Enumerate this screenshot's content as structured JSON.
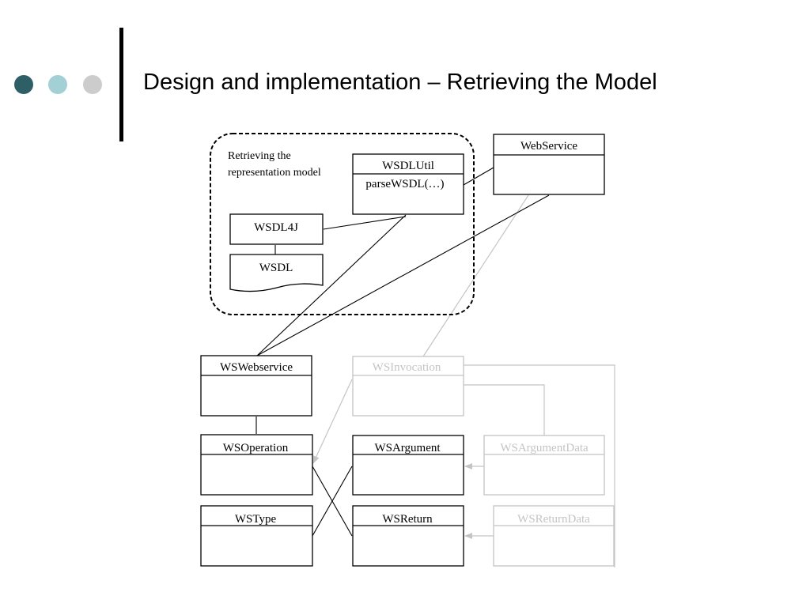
{
  "slide": {
    "title": "Design and implementation – Retrieving the Model",
    "dot_colors": [
      "#2f5f66",
      "#a3d0d4",
      "#cccccc"
    ]
  },
  "diagram": {
    "group_label_line1": "Retrieving the",
    "group_label_line2": "representation model",
    "boxes": {
      "webservice": "WebService",
      "wsdlutil": "WSDLUtil",
      "wsdlutil_method": "parseWSDL(…)",
      "wsdl4j": "WSDL4J",
      "wsdl": "WSDL",
      "wswebservice": "WSWebservice",
      "wsinvocation": "WSInvocation",
      "wsoperation": "WSOperation",
      "wsargument": "WSArgument",
      "wsargumentdata": "WSArgumentData",
      "wstype": "WSType",
      "wsreturn": "WSReturn",
      "wsreturndata": "WSReturnData"
    },
    "colors": {
      "active": "#000000",
      "faded": "#c4c4c4"
    }
  }
}
